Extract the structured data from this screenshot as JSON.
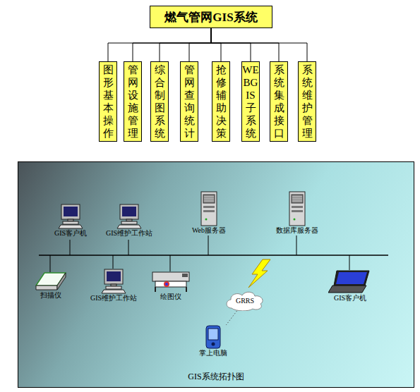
{
  "diagram": {
    "nodes": [
      {
        "text": [
          "燃气管网GIS系统"
        ]
      },
      {
        "text": [
          "图形基本操作"
        ]
      },
      {
        "text": [
          "管网设施管理"
        ]
      },
      {
        "text": [
          "综合制图系统"
        ]
      },
      {
        "text": [
          "管网查询统计"
        ]
      },
      {
        "text": [
          "抢修辅助决策"
        ]
      },
      {
        "text": [
          "WEBGIS子系统"
        ]
      },
      {
        "text": [
          "系统集成接口"
        ]
      },
      {
        "text": [
          "系统维护管理"
        ]
      },
      {
        "text": [
          "GIS系统拓扑图"
        ]
      },
      {
        "text": [
          "GIS客户机"
        ],
        "in": 9
      },
      {
        "text": [
          "GIS维护工作站"
        ],
        "in": 9
      },
      {
        "text": [
          "Web服务器"
        ],
        "in": 9
      },
      {
        "text": [
          "数据库服务器"
        ],
        "in": 9
      },
      {
        "text": [
          "扫描仪"
        ],
        "in": 9
      },
      {
        "text": [
          "GIS维护工作站"
        ],
        "in": 9
      },
      {
        "text": [
          "绘图仪"
        ],
        "in": 9
      },
      {
        "text": [
          "GRRS"
        ],
        "in": 9
      },
      {
        "text": [
          "GIS客户机"
        ],
        "in": 9
      },
      {
        "text": [
          "掌上电脑"
        ],
        "in": 9
      }
    ],
    "edges": [
      {
        "from": 0,
        "to": 1,
        "arrow": "none"
      },
      {
        "from": 0,
        "to": 2,
        "arrow": "none"
      },
      {
        "from": 0,
        "to": 3,
        "arrow": "none"
      },
      {
        "from": 0,
        "to": 4,
        "arrow": "none"
      },
      {
        "from": 0,
        "to": 5,
        "arrow": "none"
      },
      {
        "from": 0,
        "to": 6,
        "arrow": "none"
      },
      {
        "from": 0,
        "to": 7,
        "arrow": "none"
      },
      {
        "from": 0,
        "to": 8,
        "arrow": "none"
      },
      {
        "from": 17,
        "to": 19,
        "arrow": "none"
      }
    ]
  }
}
